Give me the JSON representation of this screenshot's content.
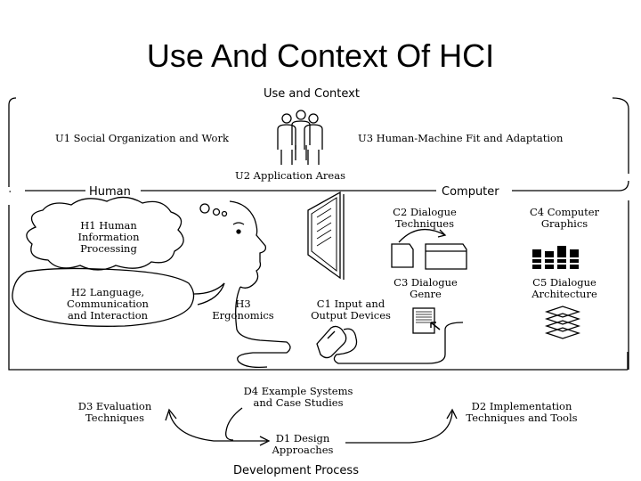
{
  "slide": {
    "title": "Use And Context Of HCI"
  },
  "use_context": {
    "heading": "Use and Context",
    "u1": "U1 Social Organization and Work",
    "u2": "U2 Application Areas",
    "u3": "U3 Human-Machine Fit and Adaptation"
  },
  "human": {
    "heading": "Human",
    "h1": [
      "H1 Human",
      "Information",
      "Processing"
    ],
    "h2": [
      "H2 Language,",
      "Communication",
      "and Interaction"
    ],
    "h3": [
      "H3",
      "Ergonomics"
    ]
  },
  "computer": {
    "heading": "Computer",
    "c1": [
      "C1 Input and",
      "Output Devices"
    ],
    "c2": [
      "C2 Dialogue",
      "Techniques"
    ],
    "c3": [
      "C3 Dialogue",
      "Genre"
    ],
    "c4": [
      "C4 Computer",
      "Graphics"
    ],
    "c5": [
      "C5 Dialogue",
      "Architecture"
    ]
  },
  "development": {
    "heading": "Development Process",
    "d1": [
      "D1 Design",
      "Approaches"
    ],
    "d2": [
      "D2 Implementation",
      "Techniques and Tools"
    ],
    "d3": [
      "D3 Evaluation",
      "Techniques"
    ],
    "d4": [
      "D4 Example Systems",
      "and Case Studies"
    ]
  }
}
